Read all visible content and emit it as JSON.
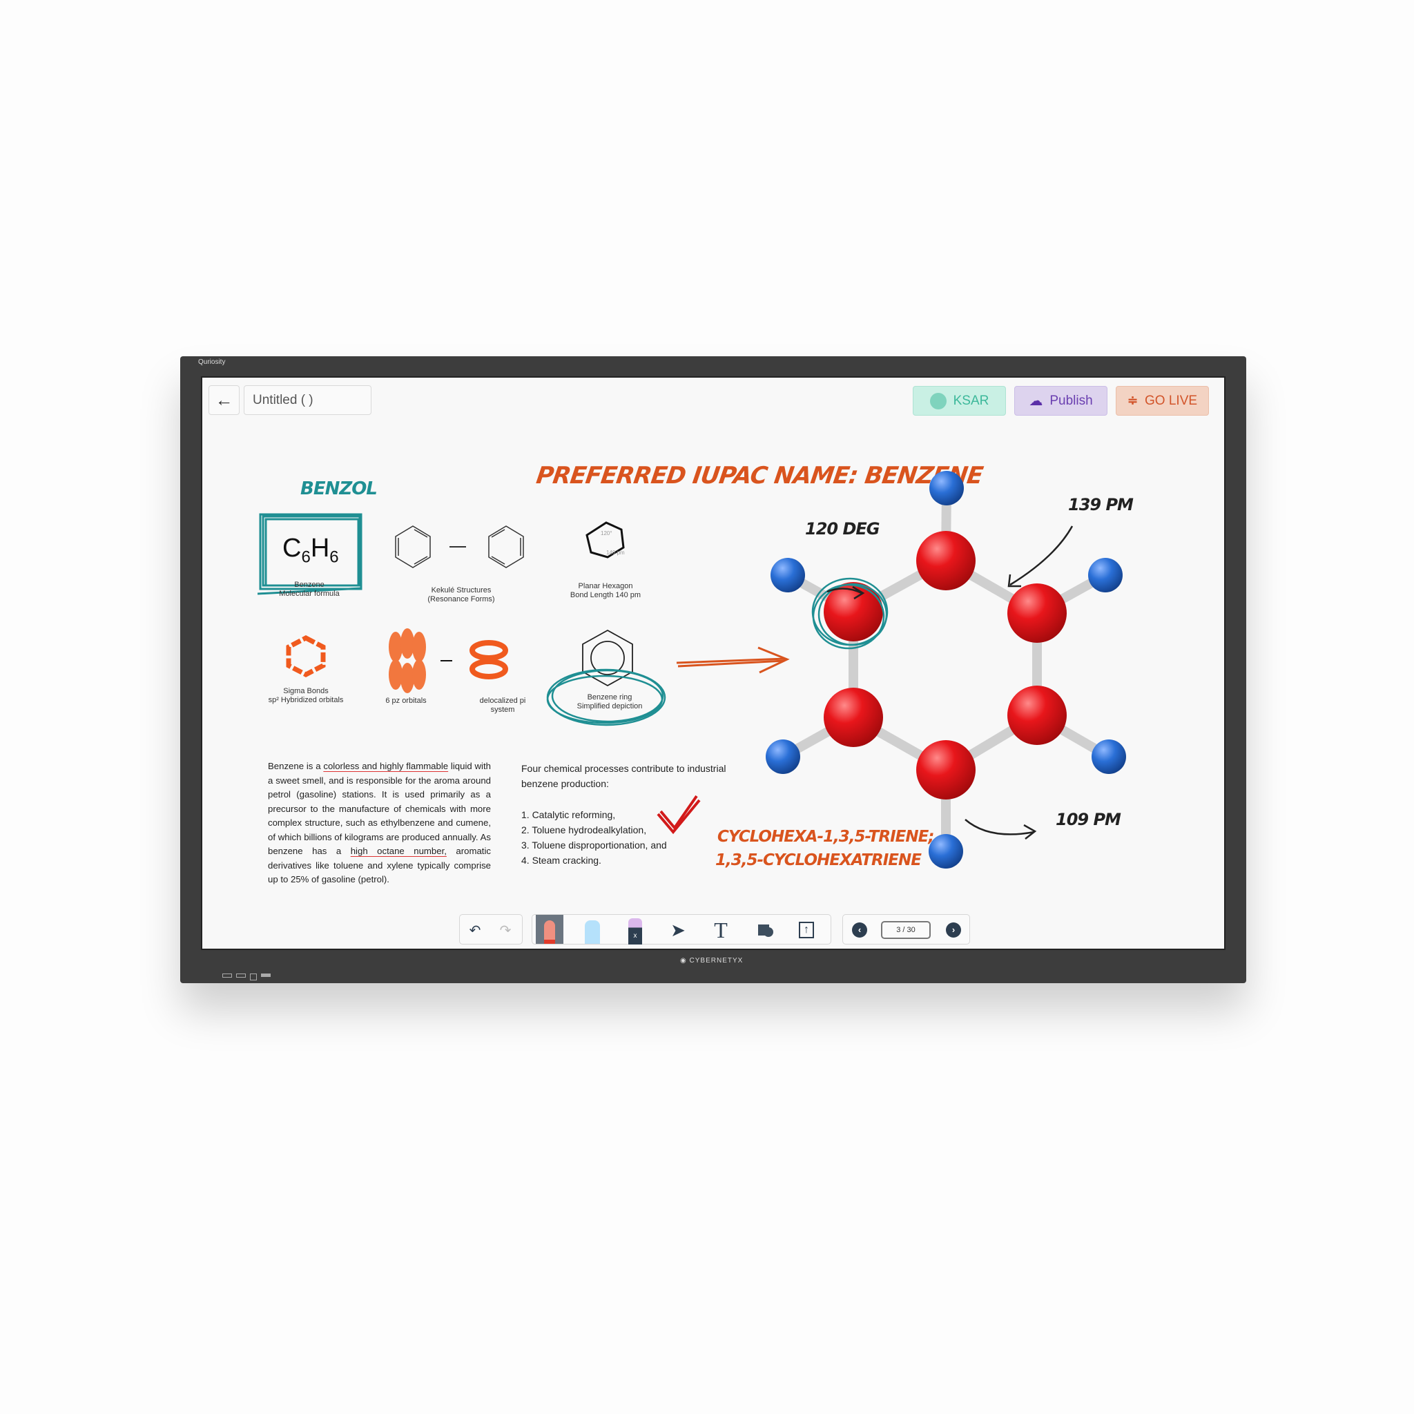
{
  "app": {
    "brand": "Quriosity",
    "bezel_logo": "CYBERNETYX"
  },
  "header": {
    "back_icon": "arrow-left-icon",
    "title": "Untitled ( )",
    "buttons": [
      {
        "label": "KSAR",
        "icon": "ksar-robot-icon",
        "color": "#c9f0e4",
        "text": "#3cb89a"
      },
      {
        "label": "Publish",
        "icon": "cloud-icon",
        "color": "#ddd3ee",
        "text": "#6a3fb0"
      },
      {
        "label": "GO LIVE",
        "icon": "rss-icon",
        "color": "#f3d3c3",
        "text": "#d2542a"
      }
    ]
  },
  "canvas": {
    "main_title": "PREFERRED IUPAC NAME: BENZENE",
    "benzol": "BENZOL",
    "formula": {
      "c": "C",
      "c_sub": "6",
      "h": "H",
      "h_sub": "6",
      "caption1": "Benzene",
      "caption2": "Molecular formula"
    },
    "kekule": {
      "caption1": "Kekulé Structures",
      "caption2": "(Resonance Forms)"
    },
    "planar": {
      "angle": "120°",
      "bond": "140 pm",
      "caption1": "Planar Hexagon",
      "caption2": "Bond Length 140 pm"
    },
    "sigma": {
      "caption1": "Sigma Bonds",
      "caption2": "sp² Hybridized orbitals"
    },
    "pz": {
      "caption": "6 pz orbitals"
    },
    "deloc": {
      "caption1": "delocalized pi",
      "caption2": "system"
    },
    "ring": {
      "caption1": "Benzene ring",
      "caption2": "Simplified depiction"
    },
    "annotations": {
      "angle": "120 DEG",
      "bond1": "139 PM",
      "bond2": "109 PM",
      "alt1": "CYCLOHEXA-1,3,5-TRIENE;",
      "alt2": "1,3,5-CYCLOHEXATRIENE"
    },
    "paragraph": {
      "pre": "Benzene is a ",
      "ul1": "colorless and highly flammable",
      "mid": " liquid with a sweet smell, and is responsible for the aroma around petrol (gasoline) stations. It is used primarily as a precursor to the manufacture of chemicals with more complex structure, such as ethylbenzene and cumene, of which billions of kilograms are produced annually. As benzene has a ",
      "ul2": "high octane number,",
      "post": " aromatic derivatives like toluene and xylene typically comprise up to 25% of gasoline (petrol)."
    },
    "processes": {
      "intro": "Four chemical processes contribute to industrial benzene production:",
      "items": [
        "1. Catalytic reforming,",
        "2. Toluene hydrodealkylation,",
        "3. Toluene disproportionation, and",
        "4. Steam cracking."
      ]
    },
    "colors": {
      "carbon": "#e8161b",
      "hydrogen": "#2a6fd6",
      "orange_ink": "#d9541e",
      "teal_ink": "#1f8f93"
    }
  },
  "toolbar": {
    "undo": "undo-icon",
    "redo": "redo-icon",
    "tools": [
      "pen-icon",
      "highlighter-icon",
      "eraser-icon",
      "pointer-icon",
      "text-icon",
      "shapes-icon",
      "export-icon"
    ],
    "text_tool_glyph": "T",
    "eraser_glyph": "x",
    "page_indicator": "3 / 30"
  }
}
